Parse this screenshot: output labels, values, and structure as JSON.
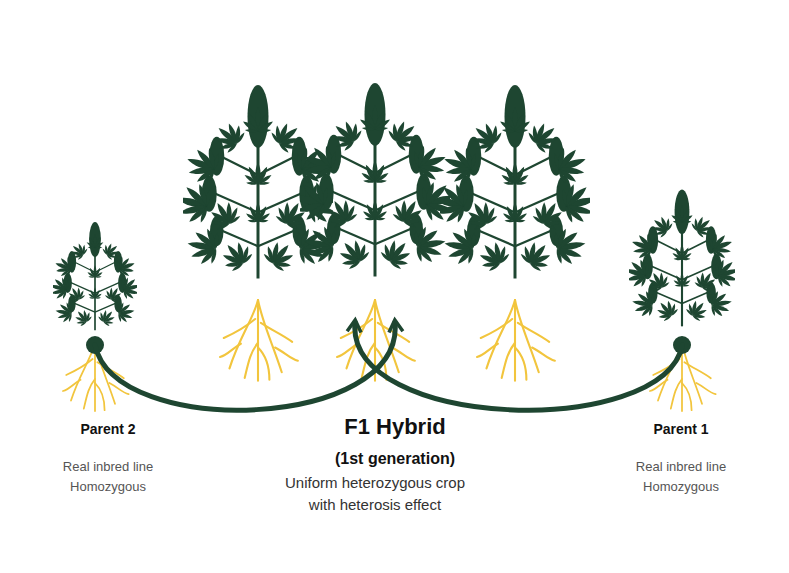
{
  "diagram": {
    "nodes": [
      {
        "text": [
          "Parent 2",
          "Real inbred line Homozygous"
        ]
      },
      {
        "text": [
          "F1 Hybrid",
          "(1st generation)",
          "Uniform heterozygous crop with heterosis effect"
        ]
      },
      {
        "text": [
          "Parent 1",
          "Real inbred line Homozygous"
        ]
      }
    ],
    "edges": [
      {
        "from": 0,
        "to": 1,
        "arrow": "to"
      },
      {
        "from": 2,
        "to": 1,
        "arrow": "to"
      }
    ]
  }
}
